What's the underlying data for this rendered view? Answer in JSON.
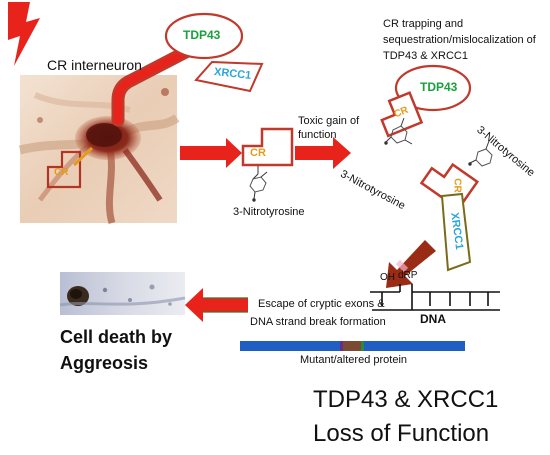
{
  "labels": {
    "cr_interneuron": "CR interneuron",
    "tdp43_top": "TDP43",
    "xrcc1_top": "XRCC1",
    "cr_left": "CR",
    "cr_middle": "CR",
    "nitrotyrosine_middle": "3-Nitrotyrosine",
    "toxic_gain_line1": "Toxic gain of",
    "toxic_gain_line2": "function",
    "trapping_line1": "CR trapping and",
    "trapping_line2": "sequestration/mislocalization of",
    "trapping_line3": "TDP43 & XRCC1",
    "tdp43_right": "TDP43",
    "cr_right_upper": "CR",
    "cr_right_lower": "CR",
    "xrcc1_right": "XRCC1",
    "nitro_right_a": "3-Nitrotyrosine",
    "nitro_right_b": "3-Nitrotyrosine",
    "oh": "OH",
    "drp": "dRP",
    "dna": "DNA",
    "escape_line1": "Escape of cryptic exons &",
    "escape_line2": "DNA strand break formation",
    "mutant_protein": "Mutant/altered protein",
    "cell_death_line1": "Cell death by",
    "cell_death_line2": "Aggreosis",
    "loss_line1": "TDP43 & XRCC1",
    "loss_line2": "Loss of Function"
  },
  "colors": {
    "arrow_red": "#e8231c",
    "outline_red": "#c0392b",
    "tdp43_green": "#1aa03c",
    "xrcc1_blue": "#2aa6d8",
    "cr_orange": "#e69a1a",
    "protein_blue": "#1f5fc4",
    "protein_brown": "#7a4a35"
  },
  "icons": [
    "lightning-icon",
    "stain-micrograph-image",
    "aggregate-micrograph-image"
  ]
}
